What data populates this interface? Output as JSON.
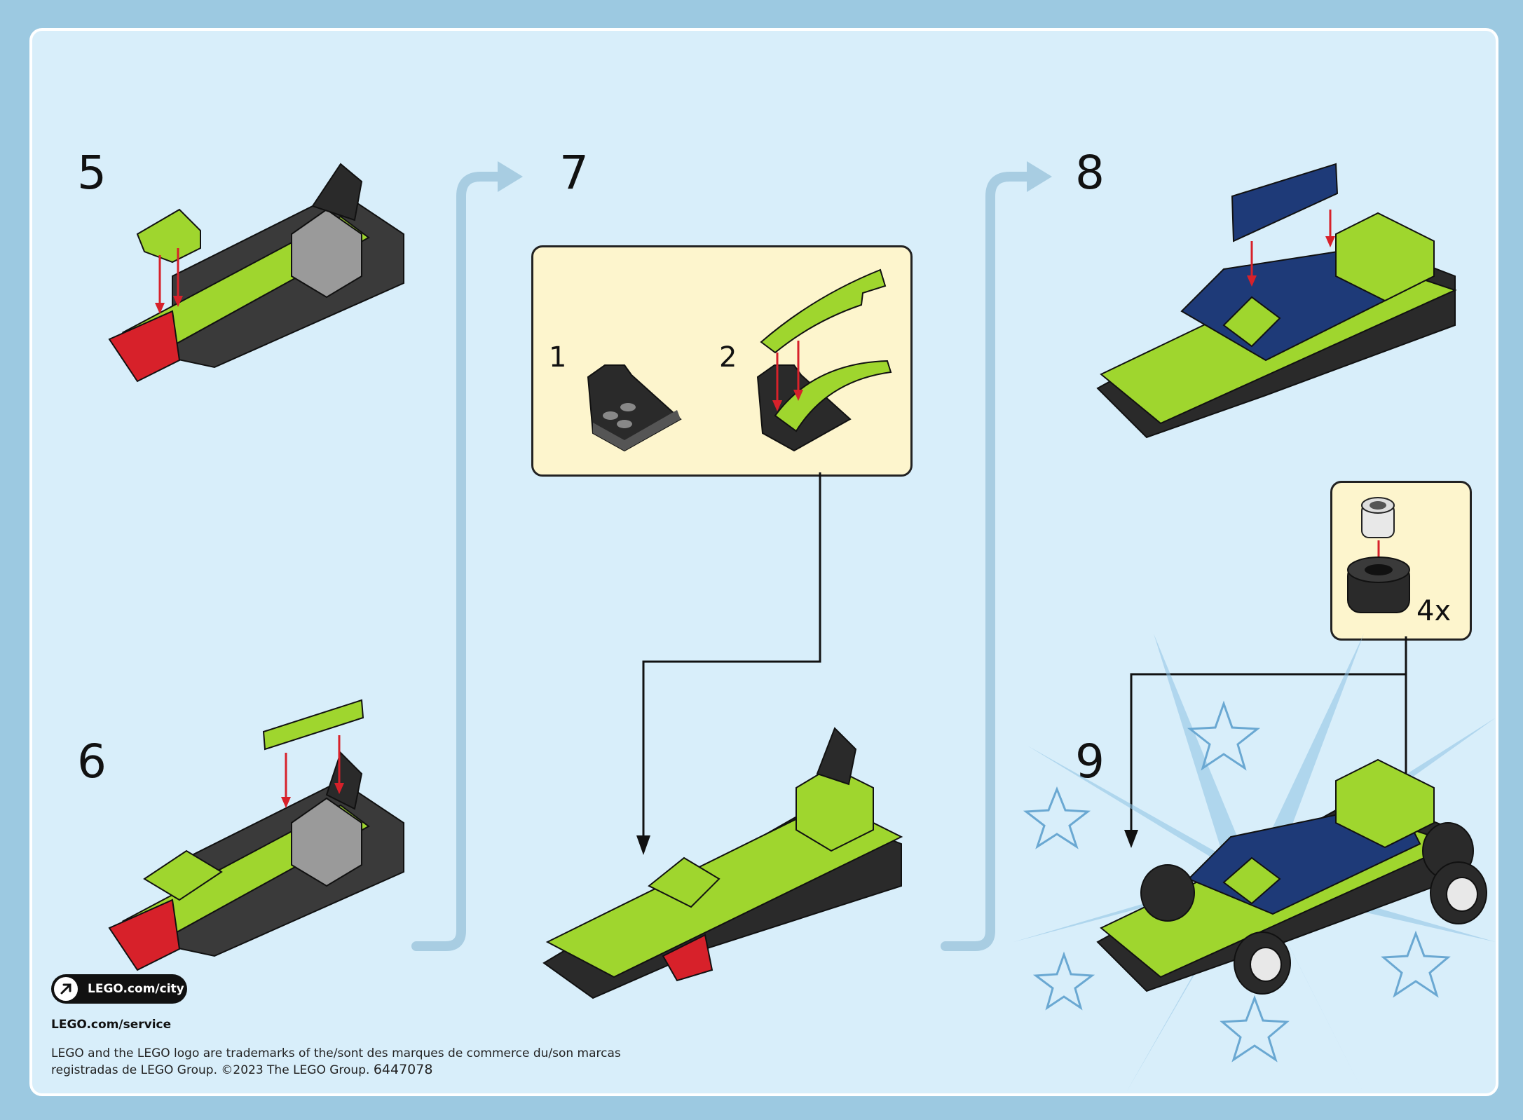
{
  "steps": [
    {
      "number": "5"
    },
    {
      "number": "6"
    },
    {
      "number": "7",
      "substeps": [
        "1",
        "2"
      ]
    },
    {
      "number": "8"
    },
    {
      "number": "9",
      "quantity": "4x"
    }
  ],
  "footer": {
    "city_link": "LEGO.com/city",
    "service_link": "LEGO.com/service",
    "legal_line1": "LEGO and the LEGO logo are trademarks of the/sont des marques de commerce du/son marcas",
    "legal_line2": "registradas de LEGO Group. ©2023 The LEGO Group.",
    "set_code": "6447078"
  },
  "colors": {
    "background": "#9cc9e1",
    "page": "#d8eefa",
    "lime_green": "#9fd62e",
    "dark_blue": "#1e3a78",
    "callout": "#fdf5cd",
    "arrow_flow": "#a8cde2",
    "red_arrow": "#d7212a"
  },
  "icons": [
    "arrow-up-right-icon",
    "star-icon",
    "tire-icon",
    "wheel-rim-icon"
  ]
}
